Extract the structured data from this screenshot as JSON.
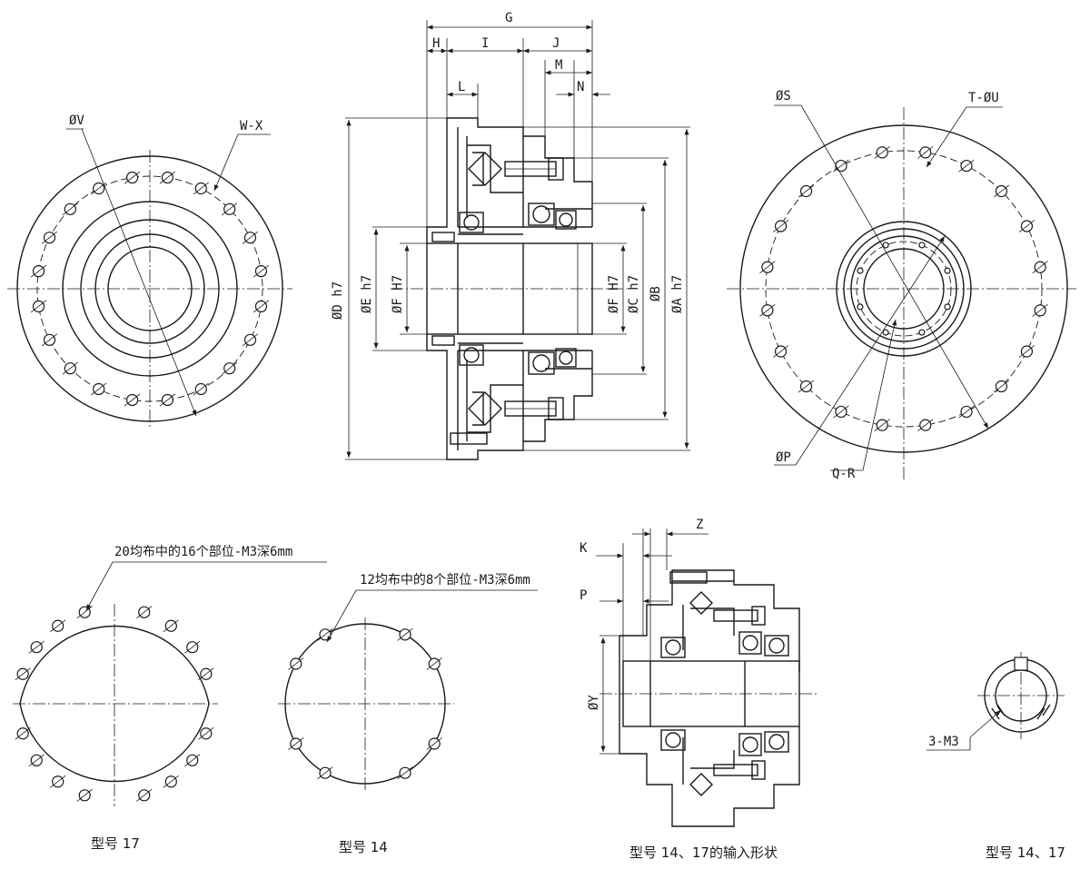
{
  "labels": {
    "G": "G",
    "H": "H",
    "I": "I",
    "J": "J",
    "M": "M",
    "L": "L",
    "N": "N",
    "D": "ØD h7",
    "E": "ØE h7",
    "F1": "ØF H7",
    "F2": "ØF H7",
    "C": "ØC h7",
    "B": "ØB",
    "A": "ØA h7",
    "V": "ØV",
    "WX": "W-X",
    "S": "ØS",
    "TU": "T-ØU",
    "P1": "ØP",
    "QR": "Q-R",
    "K": "K",
    "Z": "Z",
    "P2": "P",
    "Y": "ØY",
    "M3": "3-M3"
  },
  "notes": {
    "model17_holes": "20均布中的16个部位-M3深6mm",
    "model14_holes": "12均布中的8个部位-M3深6mm"
  },
  "captions": {
    "model17": "型号  17",
    "model14": "型号  14",
    "input_shape": "型号  14、17的输入形状",
    "model14_17": "型号  14、17"
  }
}
